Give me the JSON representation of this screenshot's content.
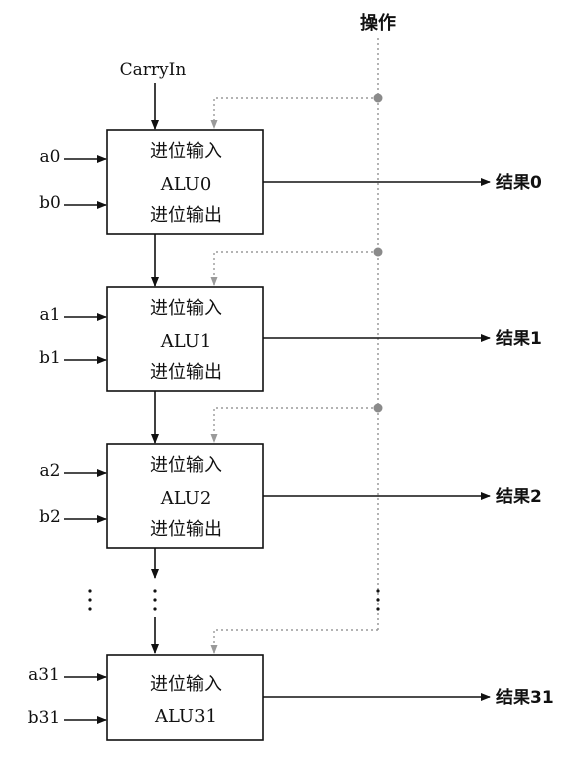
{
  "operation_label": "操作",
  "carry_in_label": "CarryIn",
  "alus": [
    {
      "carry_in": "进位输入",
      "name": "ALU0",
      "carry_out": "进位输出",
      "input_a": "a0",
      "input_b": "b0",
      "result": "结果0"
    },
    {
      "carry_in": "进位输入",
      "name": "ALU1",
      "carry_out": "进位输出",
      "input_a": "a1",
      "input_b": "b1",
      "result": "结果1"
    },
    {
      "carry_in": "进位输入",
      "name": "ALU2",
      "carry_out": "进位输出",
      "input_a": "a2",
      "input_b": "b2",
      "result": "结果2"
    },
    {
      "carry_in": "进位输入",
      "name": "ALU31",
      "carry_out": "",
      "input_a": "a31",
      "input_b": "b31",
      "result": "结果31"
    }
  ],
  "colors": {
    "line": "#111111",
    "dotted": "#9a9a9a",
    "node": "#8a8a8a"
  }
}
